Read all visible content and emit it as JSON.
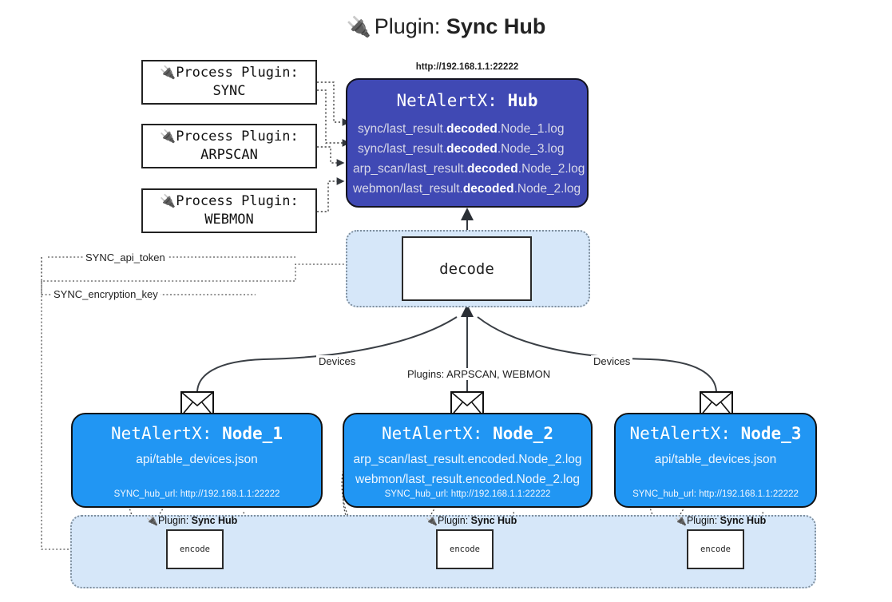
{
  "title": {
    "icon": "plug-icon",
    "glyph": "🔌",
    "prefix": "Plugin: ",
    "name": "Sync Hub"
  },
  "colors": {
    "hub_fill": "#4049B4",
    "node_fill": "#2196F3",
    "container_fill": "#D6E7F9",
    "border": "#111111",
    "page_bg": "#FFFFFF"
  },
  "process_plugins": [
    {
      "glyph": "🔌",
      "line1": "Process Plugin:",
      "line2": "SYNC"
    },
    {
      "glyph": "🔌",
      "line1": "Process Plugin:",
      "line2": "ARPSCAN"
    },
    {
      "glyph": "🔌",
      "line1": "Process Plugin:",
      "line2": "WEBMON"
    }
  ],
  "hub": {
    "url": "http://192.168.1.1:22222",
    "title_prefix": "NetAlertX: ",
    "title_name": "Hub",
    "logs": [
      {
        "pre": "sync/last_result.",
        "bold": "decoded",
        "post": ".Node_1.log"
      },
      {
        "pre": "sync/last_result.",
        "bold": "decoded",
        "post": ".Node_3.log"
      },
      {
        "pre": "arp_scan/last_result.",
        "bold": "decoded",
        "post": ".Node_2.log"
      },
      {
        "pre": "webmon/last_result.",
        "bold": "decoded",
        "post": ".Node_2.log"
      }
    ]
  },
  "decode": {
    "label": "decode"
  },
  "secrets": [
    {
      "label": "SYNC_api_token"
    },
    {
      "label": "SYNC_encryption_key"
    }
  ],
  "edge_labels": {
    "left_devices": "Devices",
    "right_devices": "Devices",
    "center_plugins": "Plugins: ARPSCAN, WEBMON"
  },
  "nodes": [
    {
      "icon": "envelope-icon",
      "title_prefix": "NetAlertX: ",
      "title_name": "Node_1",
      "lines": [
        "api/table_devices.json"
      ],
      "footer": "SYNC_hub_url: http://192.168.1.1:22222"
    },
    {
      "icon": "envelope-icon",
      "title_prefix": "NetAlertX: ",
      "title_name": "Node_2",
      "lines": [
        "arp_scan/last_result.encoded.Node_2.log",
        "webmon/last_result.encoded.Node_2.log"
      ],
      "footer": "SYNC_hub_url: http://192.168.1.1:22222"
    },
    {
      "icon": "envelope-icon",
      "title_prefix": "NetAlertX: ",
      "title_name": "Node_3",
      "lines": [
        "api/table_devices.json"
      ],
      "footer": "SYNC_hub_url: http://192.168.1.1:22222"
    }
  ],
  "encoders": [
    {
      "glyph": "🔌",
      "caption_prefix": "Plugin: ",
      "caption_name": "Sync Hub",
      "label": "encode"
    },
    {
      "glyph": "🔌",
      "caption_prefix": "Plugin: ",
      "caption_name": "Sync Hub",
      "label": "encode"
    },
    {
      "glyph": "🔌",
      "caption_prefix": "Plugin: ",
      "caption_name": "Sync Hub",
      "label": "encode"
    }
  ]
}
